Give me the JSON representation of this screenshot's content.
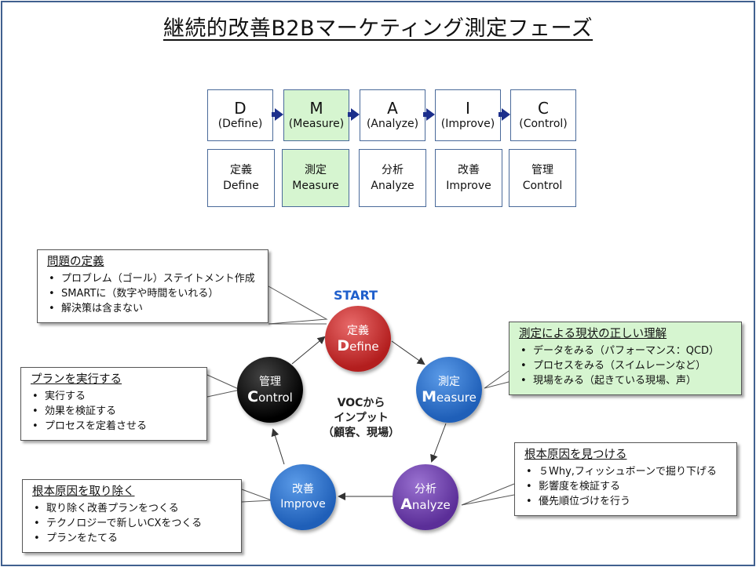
{
  "title": "継続的改善B2Bマーケティング測定フェーズ",
  "phases": [
    {
      "letter": "D",
      "word": "(Define)",
      "jp": "定義",
      "en": "Define"
    },
    {
      "letter": "M",
      "word": "(Measure)",
      "jp": "測定",
      "en": "Measure"
    },
    {
      "letter": "A",
      "word": "(Analyze)",
      "jp": "分析",
      "en": "Analyze"
    },
    {
      "letter": "I",
      "word": "(Improve)",
      "jp": "改善",
      "en": "Improve"
    },
    {
      "letter": "C",
      "word": "(Control)",
      "jp": "管理",
      "en": "Control"
    }
  ],
  "cycle": {
    "start_label": "START",
    "center_line1": "VOCから",
    "center_line2": "インプット",
    "center_line3": "（顧客、現場）",
    "define": {
      "jp": "定義",
      "initial": "D",
      "rest": "efine"
    },
    "measure": {
      "jp": "測定",
      "initial": "M",
      "rest": "easure"
    },
    "analyze": {
      "jp": "分析",
      "initial": "A",
      "rest": "nalyze"
    },
    "improve": {
      "jp": "改善",
      "en": "Improve"
    },
    "control": {
      "jp": "管理",
      "initial": "C",
      "rest": "ontrol"
    }
  },
  "callouts": {
    "define": {
      "title": "問題の定義",
      "items": [
        "プロブレム（ゴール）ステイトメント作成",
        "SMARTに（数字や時間をいれる）",
        "解決策は含まない"
      ]
    },
    "measure": {
      "title": "測定による現状の正しい理解",
      "items": [
        "データをみる（パフォーマンス：QCD）",
        "プロセスをみる（スイムレーンなど）",
        "現場をみる（起きている現場、声）"
      ]
    },
    "control": {
      "title": "プランを実行する",
      "items": [
        "実行する",
        "効果を検証する",
        "プロセスを定着させる"
      ]
    },
    "analyze": {
      "title": "根本原因を見つける",
      "items": [
        "５Why,フィッシュボーンで掘り下げる",
        "影響度を検証する",
        "優先順位づけを行う"
      ]
    },
    "improve": {
      "title": "根本原因を取り除く",
      "items": [
        "取り除く改善プランをつくる",
        "テクノロジーで新しいCXをつくる",
        "プランをたてる"
      ]
    }
  },
  "colors": {
    "define": "#c62828",
    "measure": "#2a6fc9",
    "analyze": "#6a3aa8",
    "improve": "#2a6fc9",
    "control": "#000000",
    "highlight": "#d6f5d0",
    "arrow": "#1c2f8c"
  }
}
